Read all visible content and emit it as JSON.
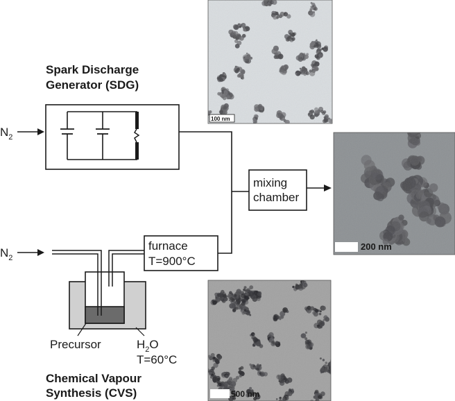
{
  "sdg": {
    "title_line1": "Spark Discharge",
    "title_line2": "Generator (SDG)"
  },
  "cvs": {
    "title_line1": "Chemical Vapour",
    "title_line2": "Synthesis (CVS)",
    "precursor_label": "Precursor",
    "water_label_main": "H",
    "water_label_sub": "2",
    "water_label_end": "O",
    "water_temp": "T=60°C"
  },
  "gas_inputs": [
    {
      "main": "N",
      "sub": "2"
    },
    {
      "main": "N",
      "sub": "2"
    }
  ],
  "furnace": {
    "line1": "furnace",
    "line2": "T=900°C"
  },
  "mixing": {
    "line1": "mixing",
    "line2": "chamber"
  },
  "micrographs": [
    {
      "scale": "100 nm"
    },
    {
      "scale": "200 nm"
    },
    {
      "scale": "500 nm"
    }
  ],
  "colors": {
    "line": "#1a1a1a",
    "vessel_fill": "#d0d0d0",
    "precursor_fill": "#6b6b6b",
    "tem_bg_light": "#d9dde0",
    "tem_bg_mid": "#8d9194",
    "tem_bg_dark": "#a2a2a2"
  }
}
